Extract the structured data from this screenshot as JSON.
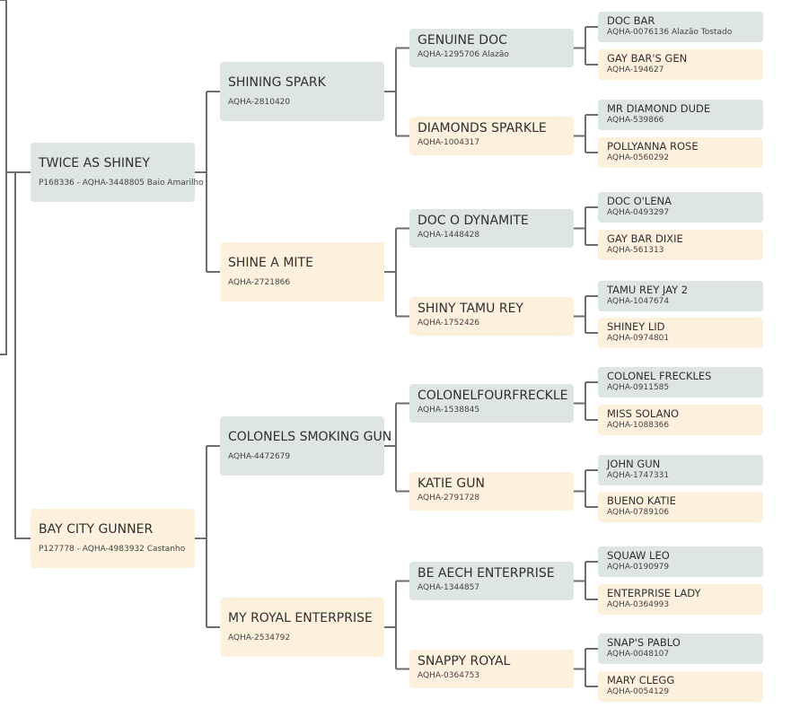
{
  "generations": [
    [
      {
        "name": "TWICE AS SHINEY",
        "reg": "P168336 - AQHA-3448805 Baio Amarilho",
        "sex": "male"
      },
      {
        "name": "BAY CITY GUNNER",
        "reg": "P127778 - AQHA-4983932 Castanho",
        "sex": "female"
      }
    ],
    [
      {
        "name": "SHINING SPARK",
        "reg": "AQHA-2810420",
        "sex": "male"
      },
      {
        "name": "SHINE A MITE",
        "reg": "AQHA-2721866",
        "sex": "female"
      },
      {
        "name": "COLONELS SMOKING GUN",
        "reg": "AQHA-4472679",
        "sex": "male"
      },
      {
        "name": "MY ROYAL ENTERPRISE",
        "reg": "AQHA-2534792",
        "sex": "female"
      }
    ],
    [
      {
        "name": "GENUINE DOC",
        "reg": "AQHA-1295706 Alazão",
        "sex": "male"
      },
      {
        "name": "DIAMONDS SPARKLE",
        "reg": "AQHA-1004317",
        "sex": "female"
      },
      {
        "name": "DOC O DYNAMITE",
        "reg": "AQHA-1448428",
        "sex": "male"
      },
      {
        "name": "SHINY TAMU REY",
        "reg": "AQHA-1752426",
        "sex": "female"
      },
      {
        "name": "COLONELFOURFRECKLE",
        "reg": "AQHA-1538845",
        "sex": "male"
      },
      {
        "name": "KATIE GUN",
        "reg": "AQHA-2791728",
        "sex": "female"
      },
      {
        "name": "BE AECH ENTERPRISE",
        "reg": "AQHA-1344857",
        "sex": "male"
      },
      {
        "name": "SNAPPY ROYAL",
        "reg": "AQHA-0364753",
        "sex": "female"
      }
    ],
    [
      {
        "name": "DOC BAR",
        "reg": "AQHA-0076136 Alazão Tostado",
        "sex": "male"
      },
      {
        "name": "GAY BAR'S GEN",
        "reg": "AQHA-194627",
        "sex": "female"
      },
      {
        "name": "MR DIAMOND DUDE",
        "reg": "AQHA-539866",
        "sex": "male"
      },
      {
        "name": "POLLYANNA ROSE",
        "reg": "AQHA-0560292",
        "sex": "female"
      },
      {
        "name": "DOC O'LENA",
        "reg": "AQHA-0493297",
        "sex": "male"
      },
      {
        "name": "GAY BAR DIXIE",
        "reg": "AQHA-561313",
        "sex": "female"
      },
      {
        "name": "TAMU REY JAY 2",
        "reg": "AQHA-1047674",
        "sex": "male"
      },
      {
        "name": "SHINEY LID",
        "reg": "AQHA-0974801",
        "sex": "female"
      },
      {
        "name": "COLONEL FRECKLES",
        "reg": "AQHA-0911585",
        "sex": "male"
      },
      {
        "name": "MISS SOLANO",
        "reg": "AQHA-1088366",
        "sex": "female"
      },
      {
        "name": "JOHN GUN",
        "reg": "AQHA-1747331",
        "sex": "male"
      },
      {
        "name": "BUENO KATIE",
        "reg": "AQHA-0789106",
        "sex": "female"
      },
      {
        "name": "SQUAW LEO",
        "reg": "AQHA-0190979",
        "sex": "male"
      },
      {
        "name": "ENTERPRISE LADY",
        "reg": "AQHA-0364993",
        "sex": "female"
      },
      {
        "name": "SNAP'S PABLO",
        "reg": "AQHA-0048107",
        "sex": "male"
      },
      {
        "name": "MARY CLEGG",
        "reg": "AQHA-0054129",
        "sex": "female"
      }
    ]
  ],
  "colors": {
    "male": "#dde6e2",
    "female": "#fdf0dc",
    "line": "#6e6e6e"
  }
}
